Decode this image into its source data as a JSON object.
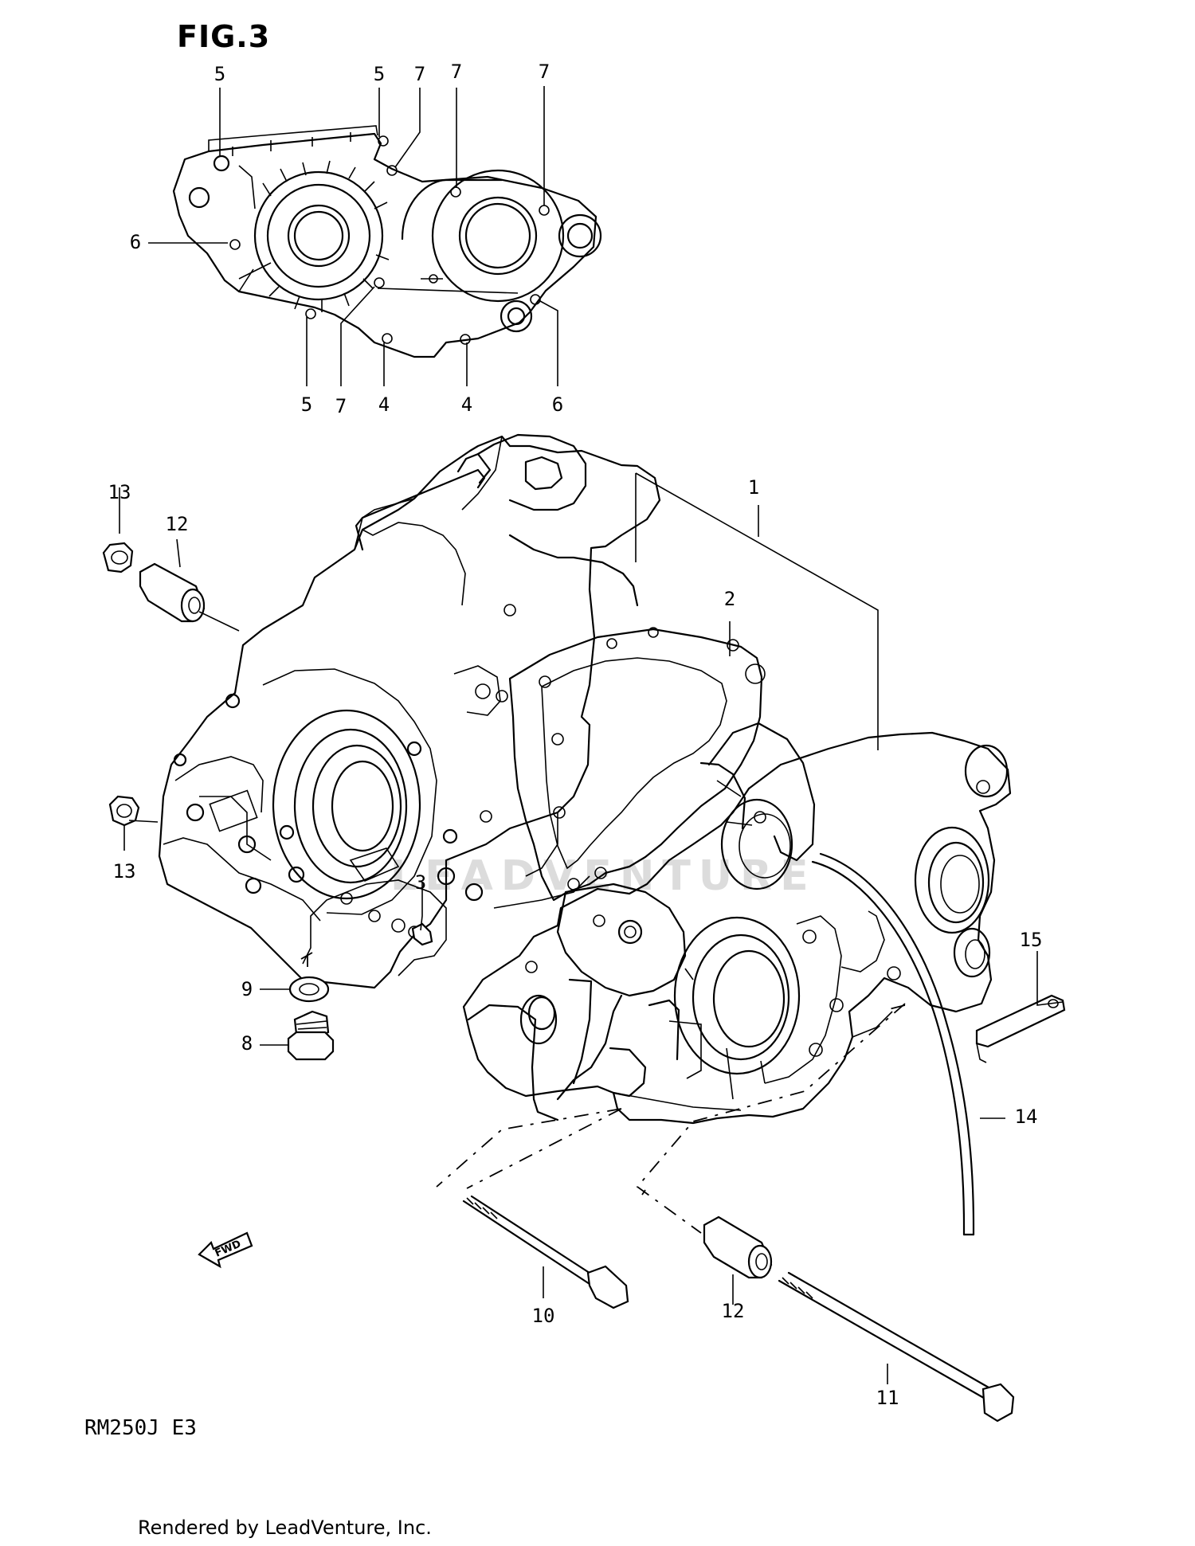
{
  "figure": {
    "title": "FIG.3",
    "model_code": "RM250J  E3",
    "footer": "Rendered by LeadVenture, Inc.",
    "watermark": "LEADVENTURE",
    "fwd_arrow_label": "FWD"
  },
  "callouts": {
    "c1": "1",
    "c2": "2",
    "c3": "3",
    "c4a": "4",
    "c4b": "4",
    "c5a": "5",
    "c5b": "5",
    "c5c": "5",
    "c6a": "6",
    "c6b": "6",
    "c7a": "7",
    "c7b": "7",
    "c7c": "7",
    "c7d": "7",
    "c8": "8",
    "c9": "9",
    "c10": "10",
    "c11": "11",
    "c12a": "12",
    "c12b": "12",
    "c13a": "13",
    "c13b": "13",
    "c14": "14",
    "c15": "15"
  }
}
